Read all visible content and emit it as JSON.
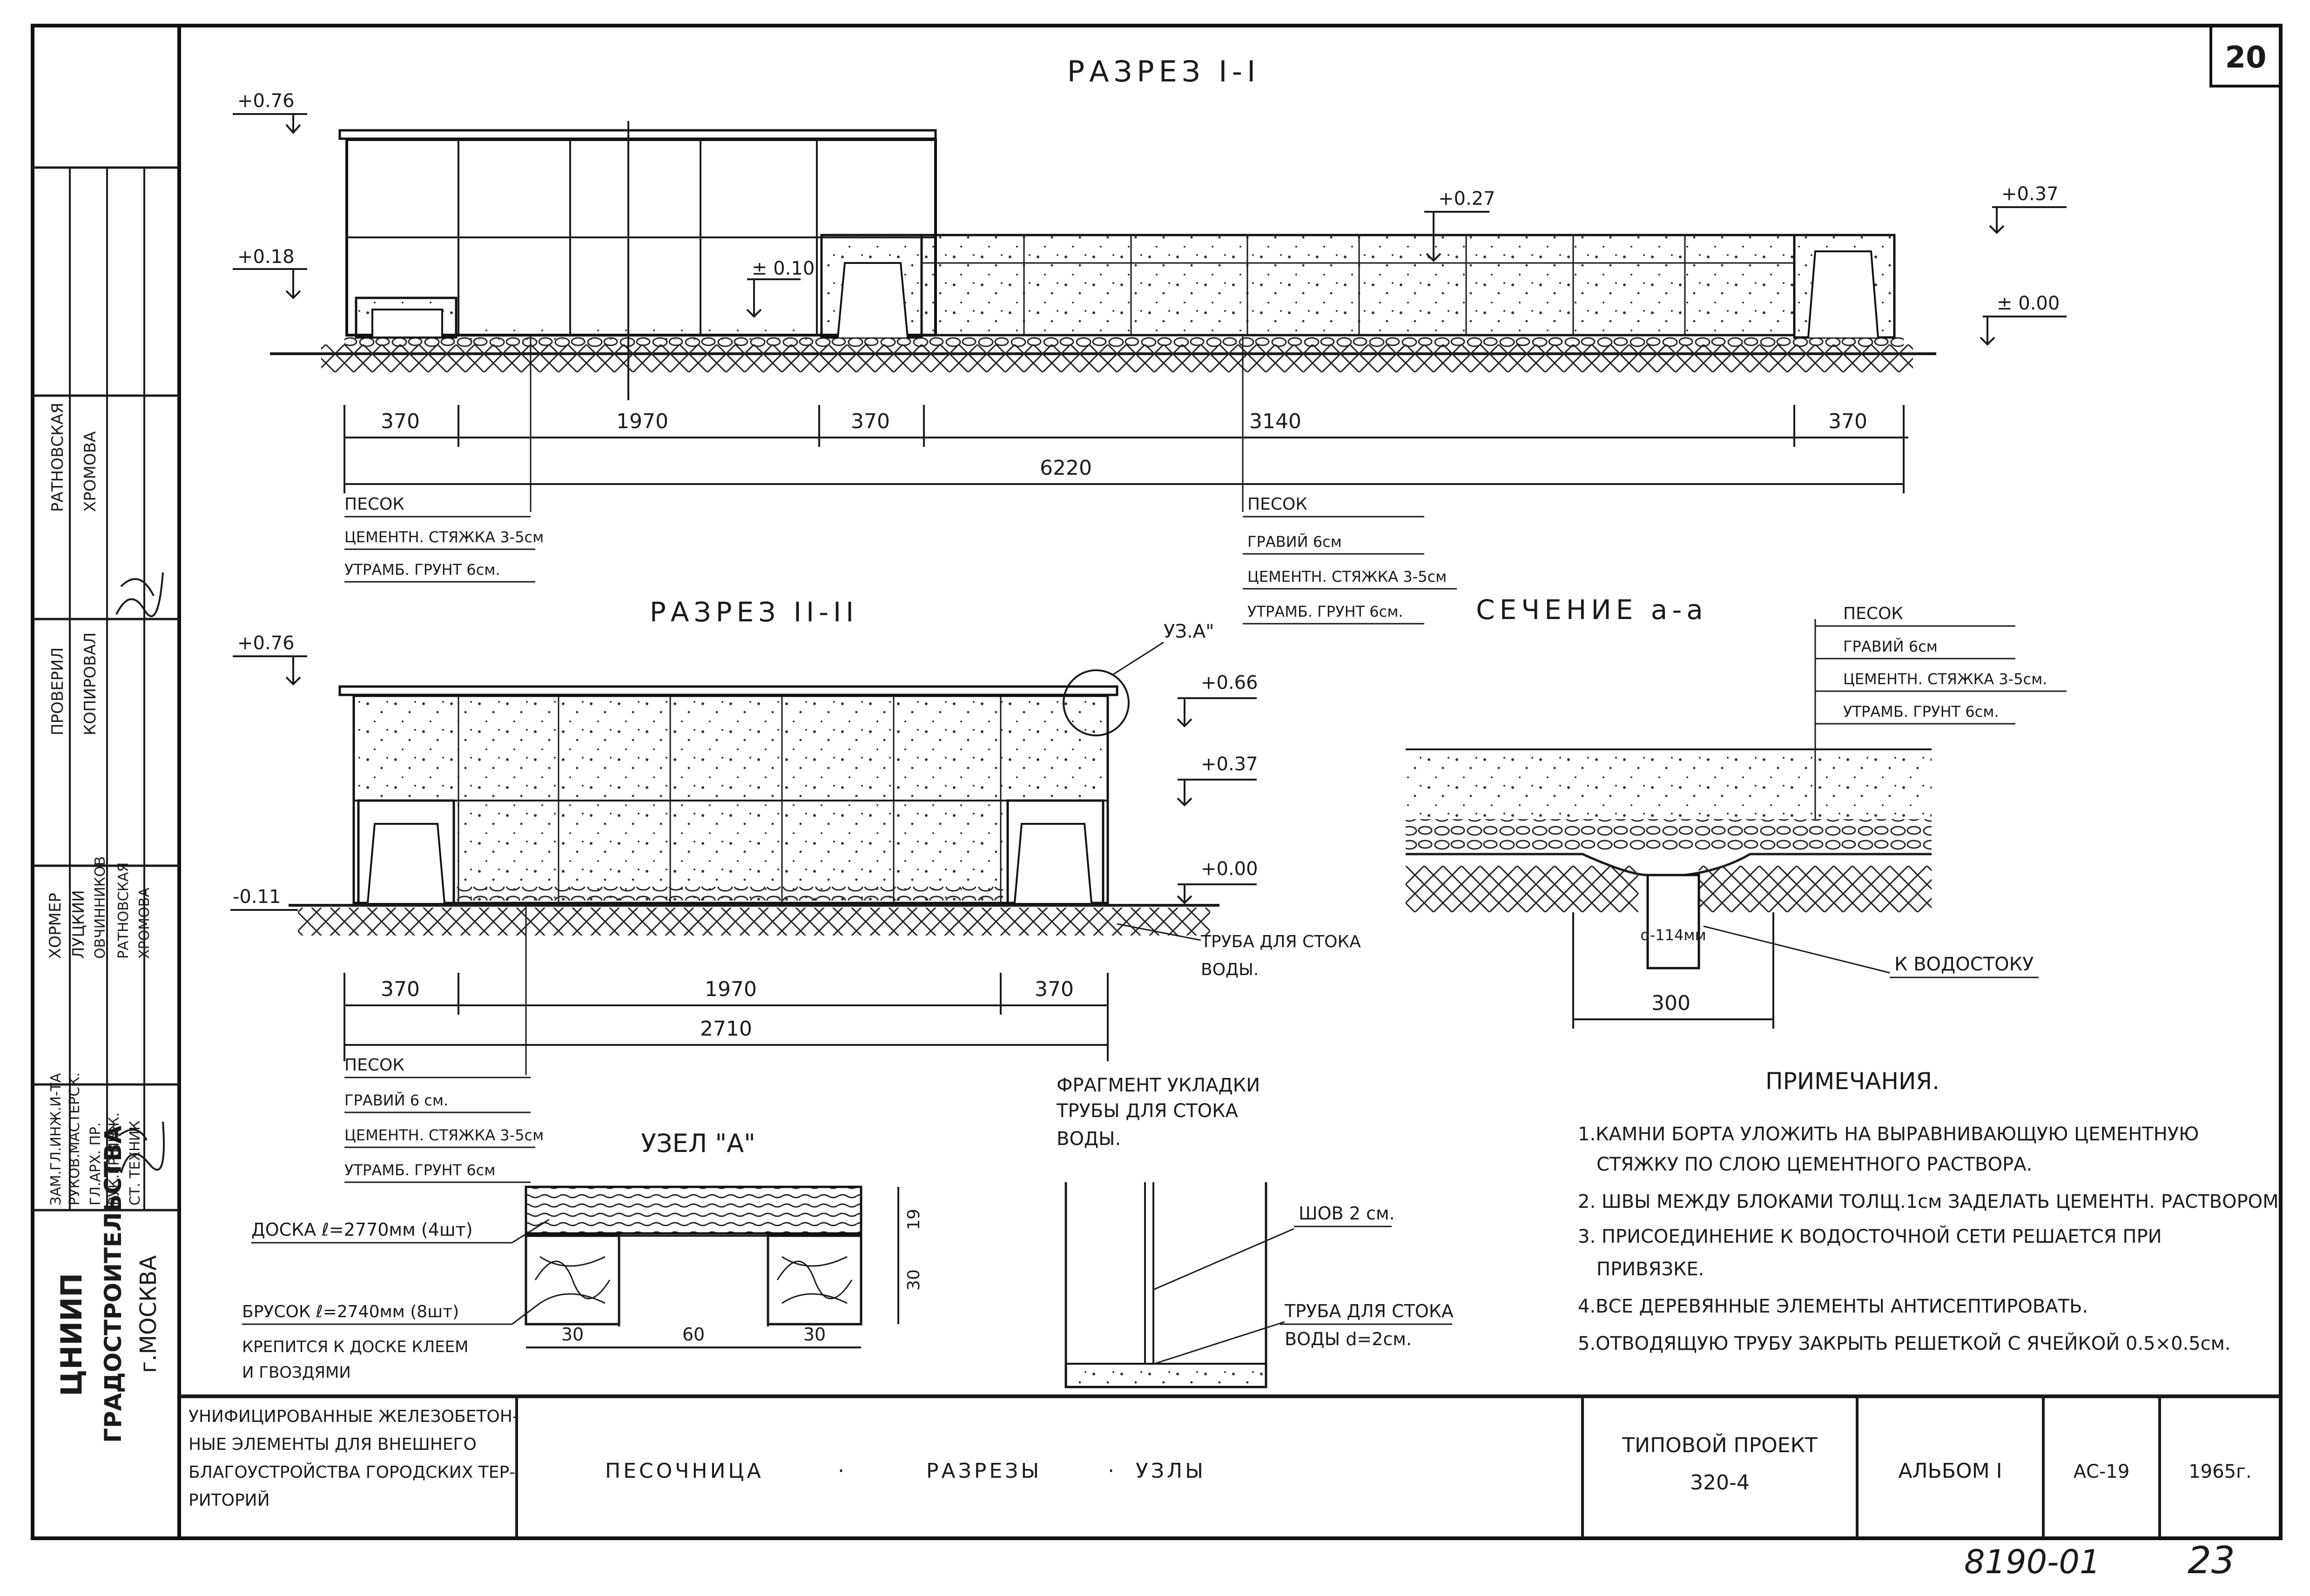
{
  "sheet": {
    "page_number": "20",
    "handwritten_ref": "8190-01",
    "handwritten_page": "23"
  },
  "left_strip": {
    "org_line1": "ЦНИИП",
    "org_line2": "ГРАДОСТРОИТЕЛЬСТВА",
    "org_line3": "г.МОСКВА",
    "roles": [
      "ЗАМ.ГЛ.ИНЖ.И-ТА",
      "РУКОВ.МАСТЕРСК.",
      "ГЛ.АРХ. ПР.",
      "РУК.ГР.ИНЖ.",
      "СТ. ТЕХНИК"
    ],
    "names": [
      "ХОРМЕР",
      "ЛУЦКИЙ",
      "ОВЧИННИКОВ",
      "РАТНОВСКАЯ",
      "ХРОМОВА"
    ],
    "check_roles": [
      "ПРОВЕРИЛ",
      "КОПИРОВАЛ"
    ],
    "check_names": [
      "РАТНОВСКАЯ",
      "ХРОМОВА"
    ]
  },
  "section1": {
    "title": "РАЗРЕЗ I-I",
    "levels": [
      "+0.76",
      "+0.18",
      "± 0.10",
      "+0.27",
      "+0.37",
      "± 0.00"
    ],
    "dims": [
      "370",
      "1970",
      "370",
      "3140",
      "370"
    ],
    "total": "6220",
    "legend_a": [
      "ПЕСОК",
      "ЦЕМЕНТН. СТЯЖКА 3-5см",
      "УТРАМБ. ГРУНТ 6см."
    ],
    "legend_b": [
      "ПЕСОК",
      "ГРАВИЙ 6см",
      "ЦЕМЕНТН. СТЯЖКА 3-5см",
      "УТРАМБ. ГРУНТ 6см."
    ]
  },
  "section2": {
    "title": "РАЗРЕЗ II-II",
    "node_ref": "УЗ.А\"",
    "levels": [
      "+0.76",
      "+0.66",
      "+0.37",
      "+0.00",
      "-0.11"
    ],
    "dims": [
      "370",
      "1970",
      "370"
    ],
    "total": "2710",
    "pipe_label": [
      "ТРУБА ДЛЯ СТОКА",
      "ВОДЫ."
    ],
    "legend": [
      "ПЕСОК",
      "ГРАВИЙ 6 см.",
      "ЦЕМЕНТН. СТЯЖКА 3-5см",
      "УТРАМБ. ГРУНТ 6см"
    ]
  },
  "sectionA": {
    "title": "СЕЧЕНИЕ а-а",
    "legend": [
      "ПЕСОК",
      "ГРАВИЙ 6см",
      "ЦЕМЕНТН. СТЯЖКА 3-5см.",
      "УТРАМБ. ГРУНТ 6см."
    ],
    "pipe_dia": "d-114мм",
    "width": "300",
    "drain": "К ВОДОСТОКУ"
  },
  "node": {
    "title": "УЗЕЛ \"А\"",
    "board": "ДОСКА ℓ=2770мм (4шт)",
    "beam": "БРУСОК ℓ=2740мм (8шт)",
    "beam_note": [
      "КРЕПИТСЯ К ДОСКЕ КЛЕЕМ",
      "И ГВОЗДЯМИ"
    ],
    "dims": [
      "30",
      "60",
      "30",
      "19",
      "30"
    ]
  },
  "fragment": {
    "title": [
      "ФРАГМЕНТ УКЛАДКИ",
      "ТРУБЫ ДЛЯ СТОКА",
      "ВОДЫ."
    ],
    "joint": "ШОВ 2 см.",
    "pipe": [
      "ТРУБА ДЛЯ СТОКА",
      "ВОДЫ d=2см."
    ]
  },
  "notes": {
    "title": "ПРИМЕЧАНИЯ.",
    "lines": [
      "1.КАМНИ БОРТА УЛОЖИТЬ НА ВЫРАВНИВАЮЩУЮ   ЦЕМЕНТНУЮ",
      "СТЯЖКУ ПО СЛОЮ ЦЕМЕНТНОГО РАСТВОРА.",
      "2. ШВЫ МЕЖДУ БЛОКАМИ ТОЛЩ.1см ЗАДЕЛАТЬ ЦЕМЕНТН. РАСТВОРОМ.",
      "3. ПРИСОЕДИНЕНИЕ К ВОДОСТОЧНОЙ СЕТИ РЕШАЕТСЯ ПРИ",
      "ПРИВЯЗКЕ.",
      "4.ВСЕ ДЕРЕВЯННЫЕ ЭЛЕМЕНТЫ АНТИСЕПТИРОВАТЬ.",
      "5.ОТВОДЯЩУЮ ТРУБУ ЗАКРЫТЬ РЕШЕТКОЙ С ЯЧЕЙКОЙ 0.5×0.5см."
    ]
  },
  "title_block": {
    "series": [
      "УНИФИЦИРОВАННЫЕ ЖЕЛЕЗОБЕТОН-",
      "НЫЕ ЭЛЕМЕНТЫ ДЛЯ ВНЕШНЕГО",
      "БЛАГОУСТРОЙСТВА ГОРОДСКИХ ТЕР-",
      "РИТОРИЙ"
    ],
    "object": "ПЕСОЧНИЦА",
    "sep": "·",
    "sheet_kind": "РАЗРЕЗЫ",
    "nodes": "УЗЛЫ",
    "project_line1": "ТИПОВОЙ ПРОЕКТ",
    "project_line2": "320-4",
    "album": "АЛЬБОМ I",
    "code": "АС-19",
    "year": "1965г."
  }
}
